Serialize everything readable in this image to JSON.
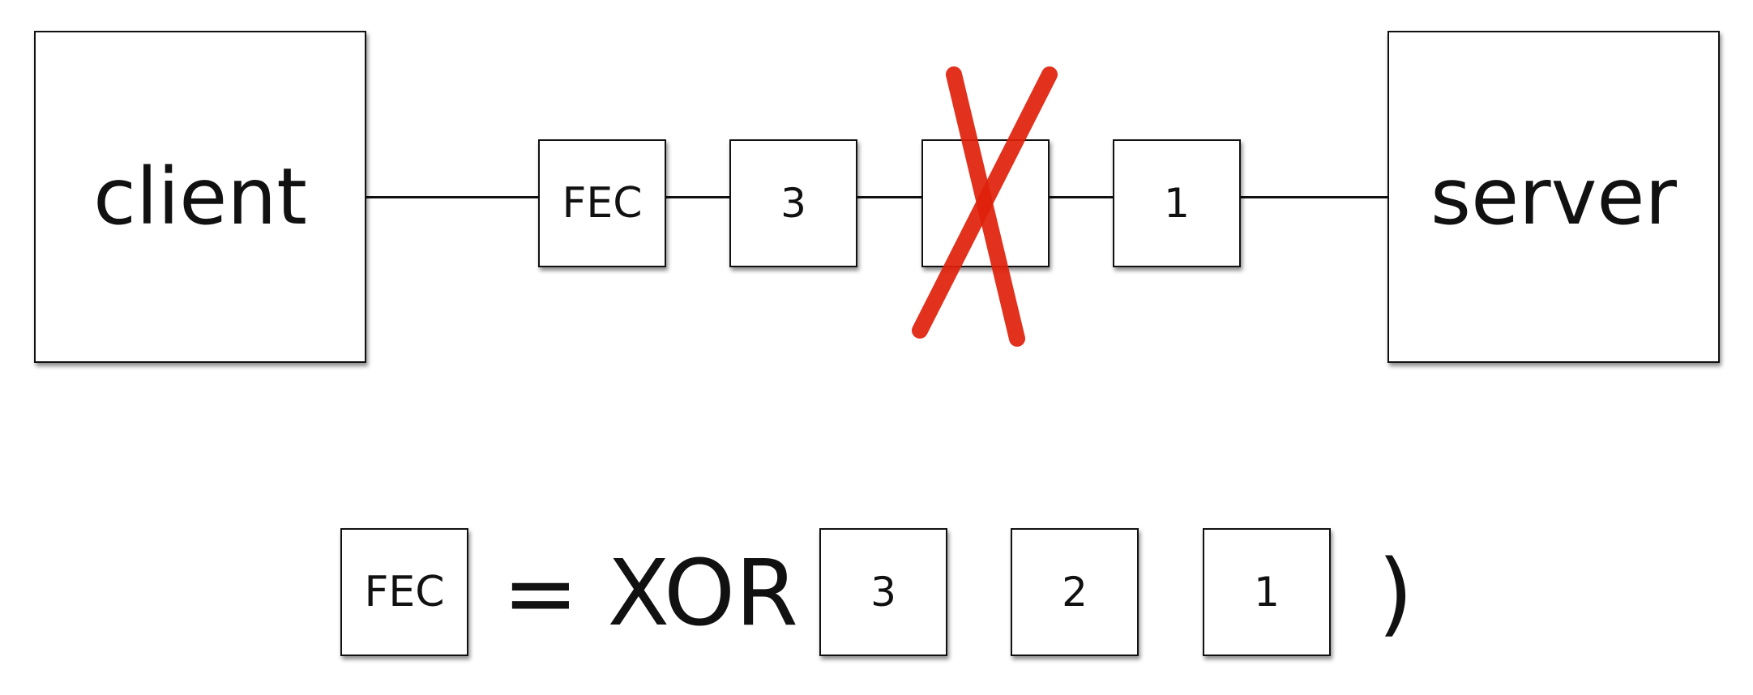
{
  "diagram": {
    "client_label": "client",
    "server_label": "server",
    "packets": [
      {
        "label": "FEC",
        "lost": false
      },
      {
        "label": "3",
        "lost": false
      },
      {
        "label": "",
        "lost": true
      },
      {
        "label": "1",
        "lost": false
      }
    ],
    "loss_mark_color": "#e0200a",
    "loss_mark_icon": "red-x-icon"
  },
  "formula": {
    "lhs_label": "FEC",
    "equals_op": "= XOR (",
    "args": [
      "3",
      "2",
      "1"
    ],
    "close_paren": ")"
  }
}
